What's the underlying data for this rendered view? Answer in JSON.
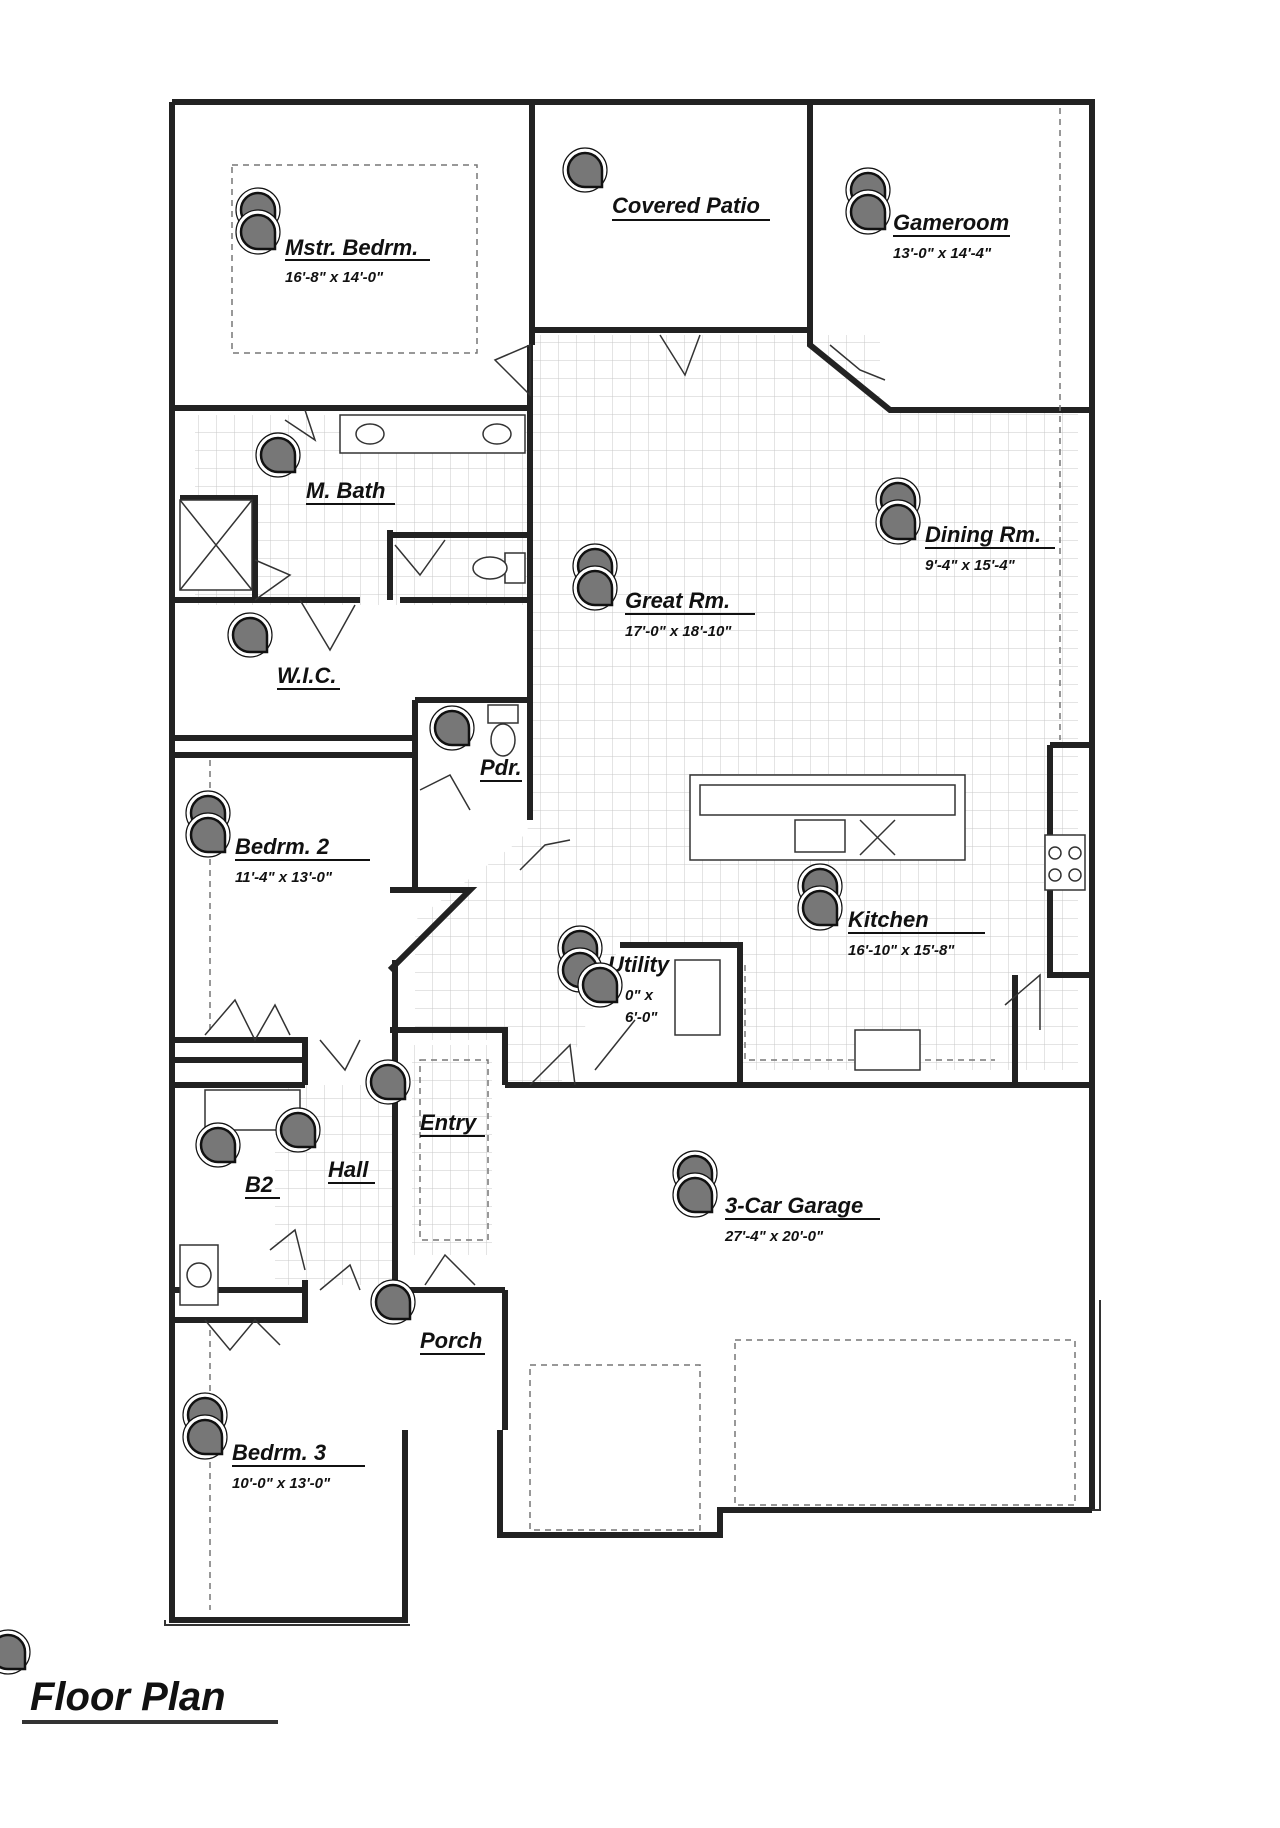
{
  "plan": {
    "title": "Floor Plan",
    "rooms": {
      "master_bedroom": {
        "name": "Mstr. Bedrm.",
        "dims": "16'-8\" x 14'-0\""
      },
      "covered_patio": {
        "name": "Covered Patio"
      },
      "gameroom": {
        "name": "Gameroom",
        "dims": "13'-0\" x 14'-4\""
      },
      "master_bath": {
        "name": "M. Bath"
      },
      "dining": {
        "name": "Dining Rm.",
        "dims": "9'-4\" x 15'-4\""
      },
      "great_room": {
        "name": "Great Rm.",
        "dims": "17'-0\" x 18'-10\""
      },
      "wic": {
        "name": "W.I.C."
      },
      "powder": {
        "name": "Pdr."
      },
      "bedroom2": {
        "name": "Bedrm. 2",
        "dims": "11'-4\" x 13'-0\""
      },
      "kitchen": {
        "name": "Kitchen",
        "dims": "16'-10\" x 15'-8\""
      },
      "utility": {
        "name": "Utility",
        "dims": "0\" x",
        "dims2": "6'-0\""
      },
      "entry": {
        "name": "Entry"
      },
      "hall": {
        "name": "Hall"
      },
      "b2": {
        "name": "B2"
      },
      "garage": {
        "name": "3-Car Garage",
        "dims": "27'-4\" x 20'-0\""
      },
      "porch": {
        "name": "Porch"
      },
      "bedroom3": {
        "name": "Bedrm. 3",
        "dims": "10'-0\" x 13'-0\""
      }
    }
  }
}
